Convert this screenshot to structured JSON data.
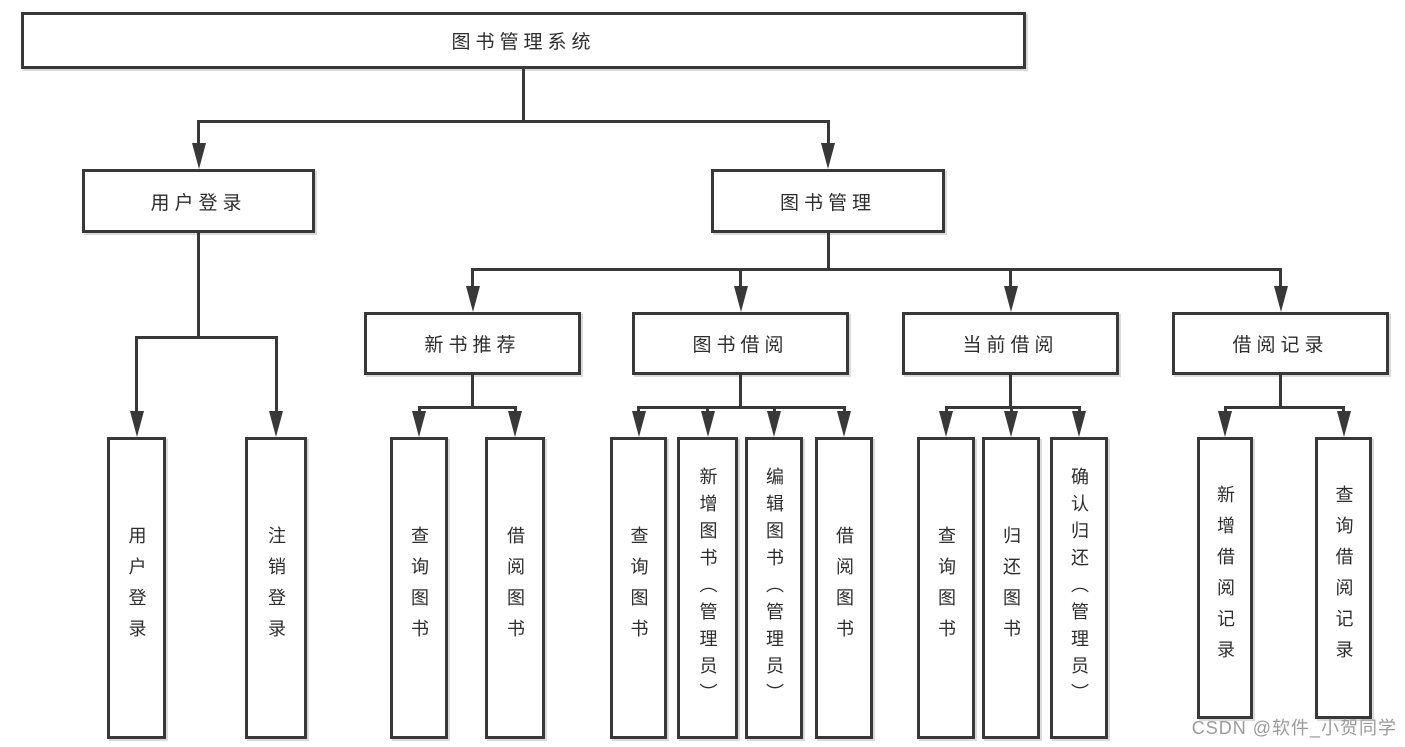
{
  "tree": {
    "root": {
      "label": "图书管理系统"
    },
    "branches": [
      {
        "label": "用户登录",
        "children": [
          {
            "label": "用户登录"
          },
          {
            "label": "注销登录"
          }
        ]
      },
      {
        "label": "图书管理",
        "children": [
          {
            "label": "新书推荐",
            "children": [
              {
                "label": "查询图书"
              },
              {
                "label": "借阅图书"
              }
            ]
          },
          {
            "label": "图书借阅",
            "children": [
              {
                "label": "查询图书"
              },
              {
                "label": "新增图书（管理员）"
              },
              {
                "label": "编辑图书（管理员）"
              },
              {
                "label": "借阅图书"
              }
            ]
          },
          {
            "label": "当前借阅",
            "children": [
              {
                "label": "查询图书"
              },
              {
                "label": "归还图书"
              },
              {
                "label": "确认归还（管理员）"
              }
            ]
          },
          {
            "label": "借阅记录",
            "children": [
              {
                "label": "新增借阅记录"
              },
              {
                "label": "查询借阅记录"
              }
            ]
          }
        ]
      }
    ]
  },
  "watermark": {
    "text": "CSDN @软件_小贺同学"
  },
  "colors": {
    "line": "#383838",
    "text": "#2d2d2d",
    "watermark": "#9b9b9b"
  }
}
